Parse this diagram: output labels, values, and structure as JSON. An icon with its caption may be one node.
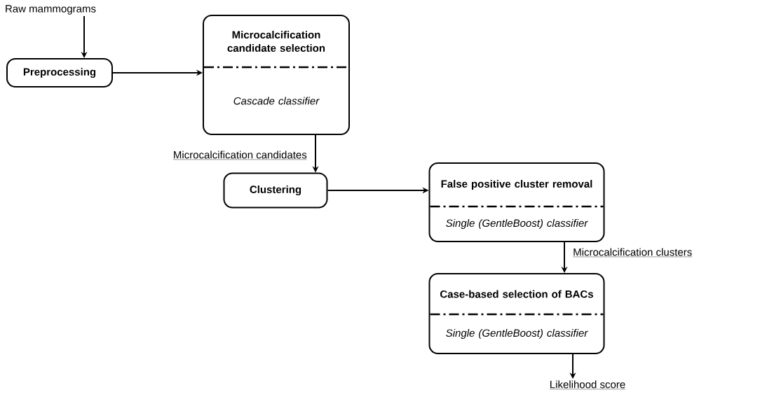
{
  "diagram": {
    "nodes": [
      {
        "text": [
          "Raw mammograms"
        ]
      },
      {
        "text": [
          "Preprocessing"
        ]
      },
      {
        "text": [
          "Microcalcification candidate selection",
          "Cascade classifier"
        ]
      },
      {
        "text": [
          "Clustering"
        ]
      },
      {
        "text": [
          "False positive cluster removal",
          "Single (GentleBoost) classifier"
        ]
      },
      {
        "text": [
          "Case-based selection of BACs",
          "Single (GentleBoost) classifier"
        ]
      },
      {
        "text": [
          "Likelihood score"
        ]
      }
    ],
    "edges": [
      {
        "from": 0,
        "to": 1,
        "arrow": "to"
      },
      {
        "from": 1,
        "to": 2,
        "arrow": "to"
      },
      {
        "from": 2,
        "to": 3,
        "arrow": "to",
        "label": "Microcalcification candidates"
      },
      {
        "from": 3,
        "to": 4,
        "arrow": "to"
      },
      {
        "from": 4,
        "to": 5,
        "arrow": "to",
        "label": "Microcalcification clusters"
      },
      {
        "from": 5,
        "to": 6,
        "arrow": "to"
      }
    ]
  }
}
